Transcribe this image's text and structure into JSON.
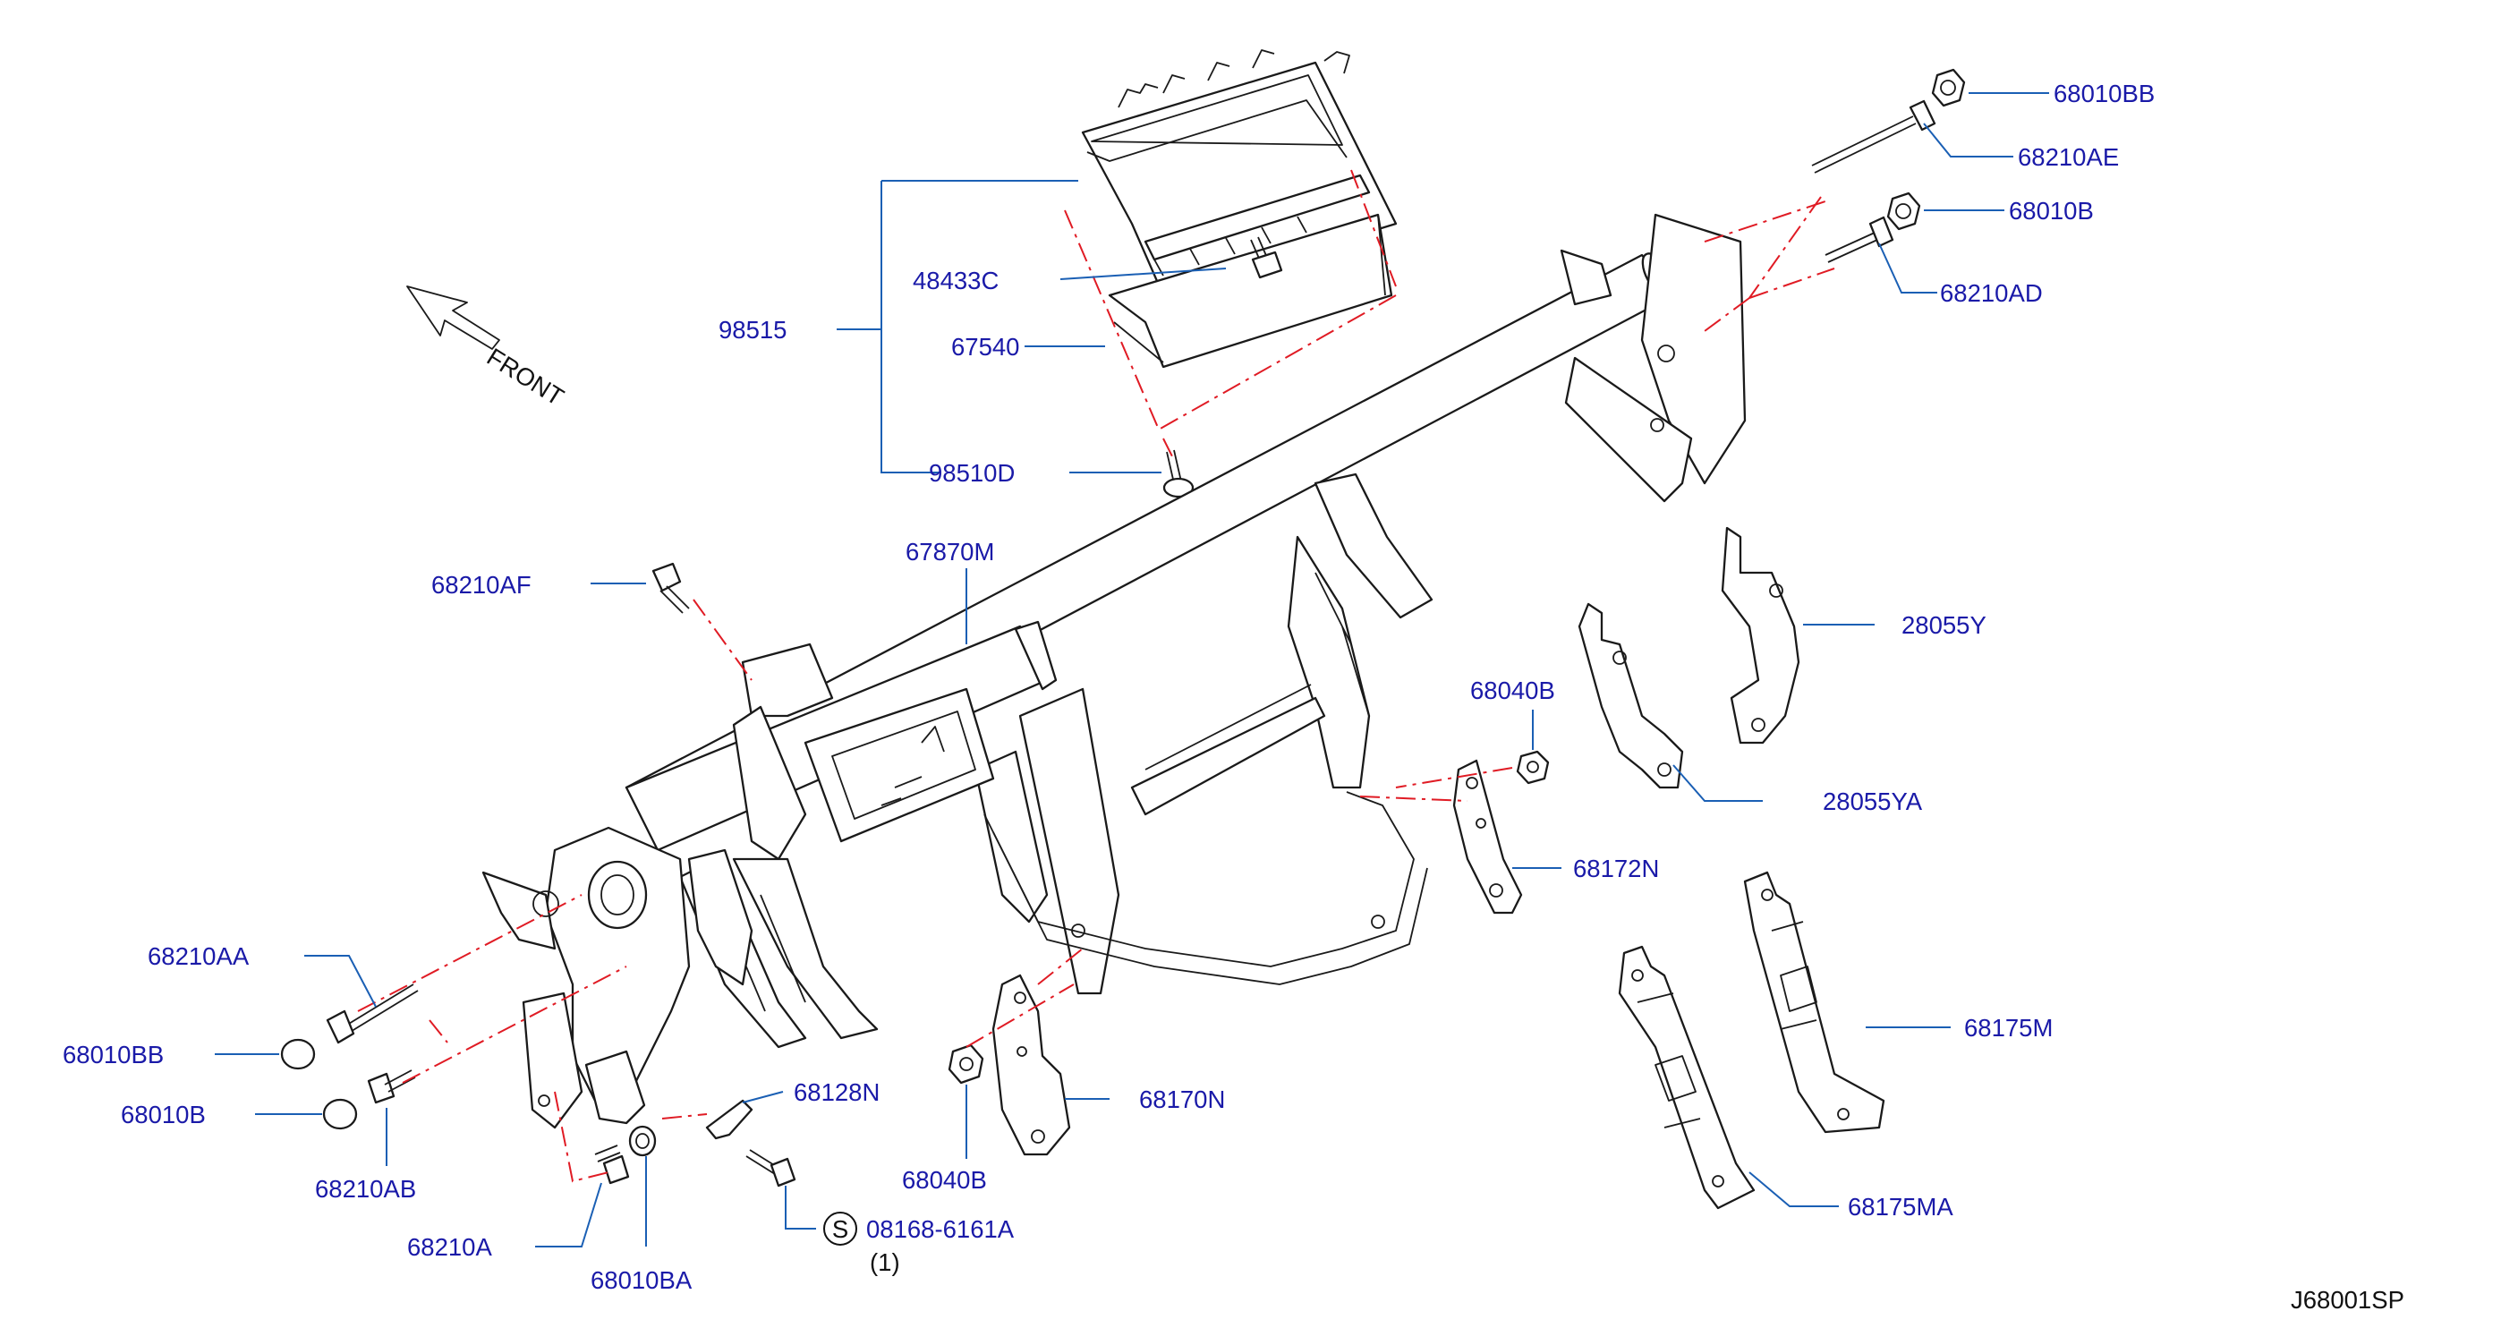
{
  "diagram": {
    "code": "J68001SP",
    "direction_label": "FRONT",
    "note_symbol": "S",
    "note_qty": "(1)",
    "labels": {
      "p68010BB_top": "68010BB",
      "p68210AE": "68210AE",
      "p68010B_top": "68010B",
      "p68210AD": "68210AD",
      "p48433C": "48433C",
      "p98515": "98515",
      "p67540": "67540",
      "p98510D": "98510D",
      "p67870M": "67870M",
      "p68210AF": "68210AF",
      "p28055Y": "28055Y",
      "p28055YA": "28055YA",
      "p68040B_right": "68040B",
      "p68172N": "68172N",
      "p68175M": "68175M",
      "p68175MA": "68175MA",
      "p68210AA": "68210AA",
      "p68010BB_left": "68010BB",
      "p68010B_left": "68010B",
      "p68210AB": "68210AB",
      "p68210A": "68210A",
      "p68010BA": "68010BA",
      "p68128N": "68128N",
      "p08168": "08168-6161A",
      "p68170N": "68170N",
      "p68040B_bottom": "68040B"
    }
  }
}
